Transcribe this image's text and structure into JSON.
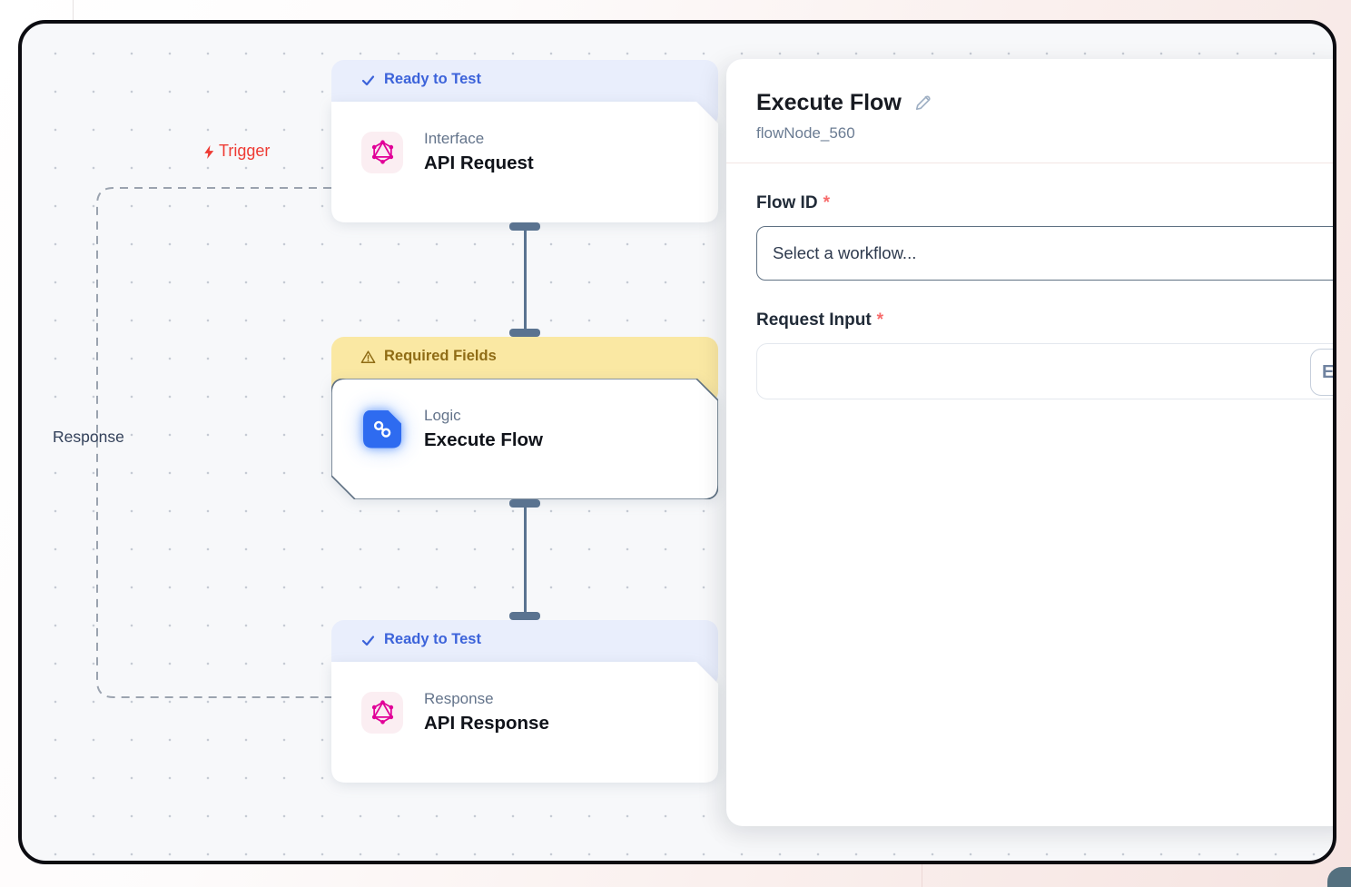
{
  "canvas": {
    "trigger_label": "Trigger",
    "response_label": "Response",
    "nodes": [
      {
        "status": "Ready to Test",
        "category": "Interface",
        "title": "API Request"
      },
      {
        "status": "Required Fields",
        "category": "Logic",
        "title": "Execute Flow"
      },
      {
        "status": "Ready to Test",
        "category": "Response",
        "title": "API Response"
      }
    ]
  },
  "panel": {
    "title": "Execute Flow",
    "node_id": "flowNode_560",
    "required_marker": "*",
    "fields": [
      {
        "label": "Flow ID",
        "placeholder": "Select a workflow..."
      },
      {
        "label": "Request Input",
        "value": "",
        "expand_button_label": "E"
      }
    ]
  },
  "colors": {
    "accent_blue": "#3c63da",
    "warning_bg": "#fae8a3",
    "warning_text": "#8f6c15",
    "trigger_red": "#ee3b34",
    "connector_slate": "#5a7390",
    "logic_blue": "#2e6bf0",
    "graphql_pink": "#e10098"
  }
}
